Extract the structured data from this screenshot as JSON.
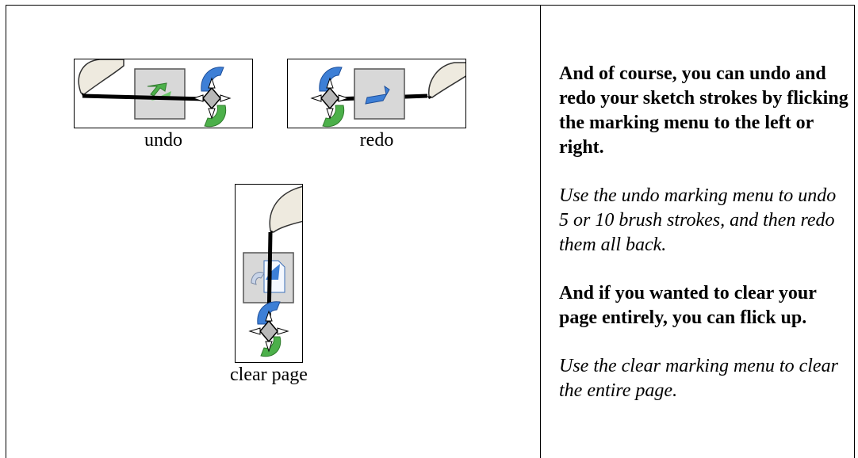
{
  "figures": {
    "undo": {
      "caption": "undo",
      "icon": "undo-arrow-icon"
    },
    "redo": {
      "caption": "redo",
      "icon": "redo-arrow-icon"
    },
    "clear": {
      "caption": "clear page",
      "icon": "clear-page-icon"
    }
  },
  "text": {
    "p1": "And of course, you can undo and redo your sketch strokes by flicking the marking menu to the left or right.",
    "p2": "Use the undo marking menu to undo 5 or 10 brush strokes, and then redo them all back.",
    "p3": "And if you wanted to clear your page entirely, you can flick up.",
    "p4": "Use the clear marking menu to clear the entire page."
  }
}
